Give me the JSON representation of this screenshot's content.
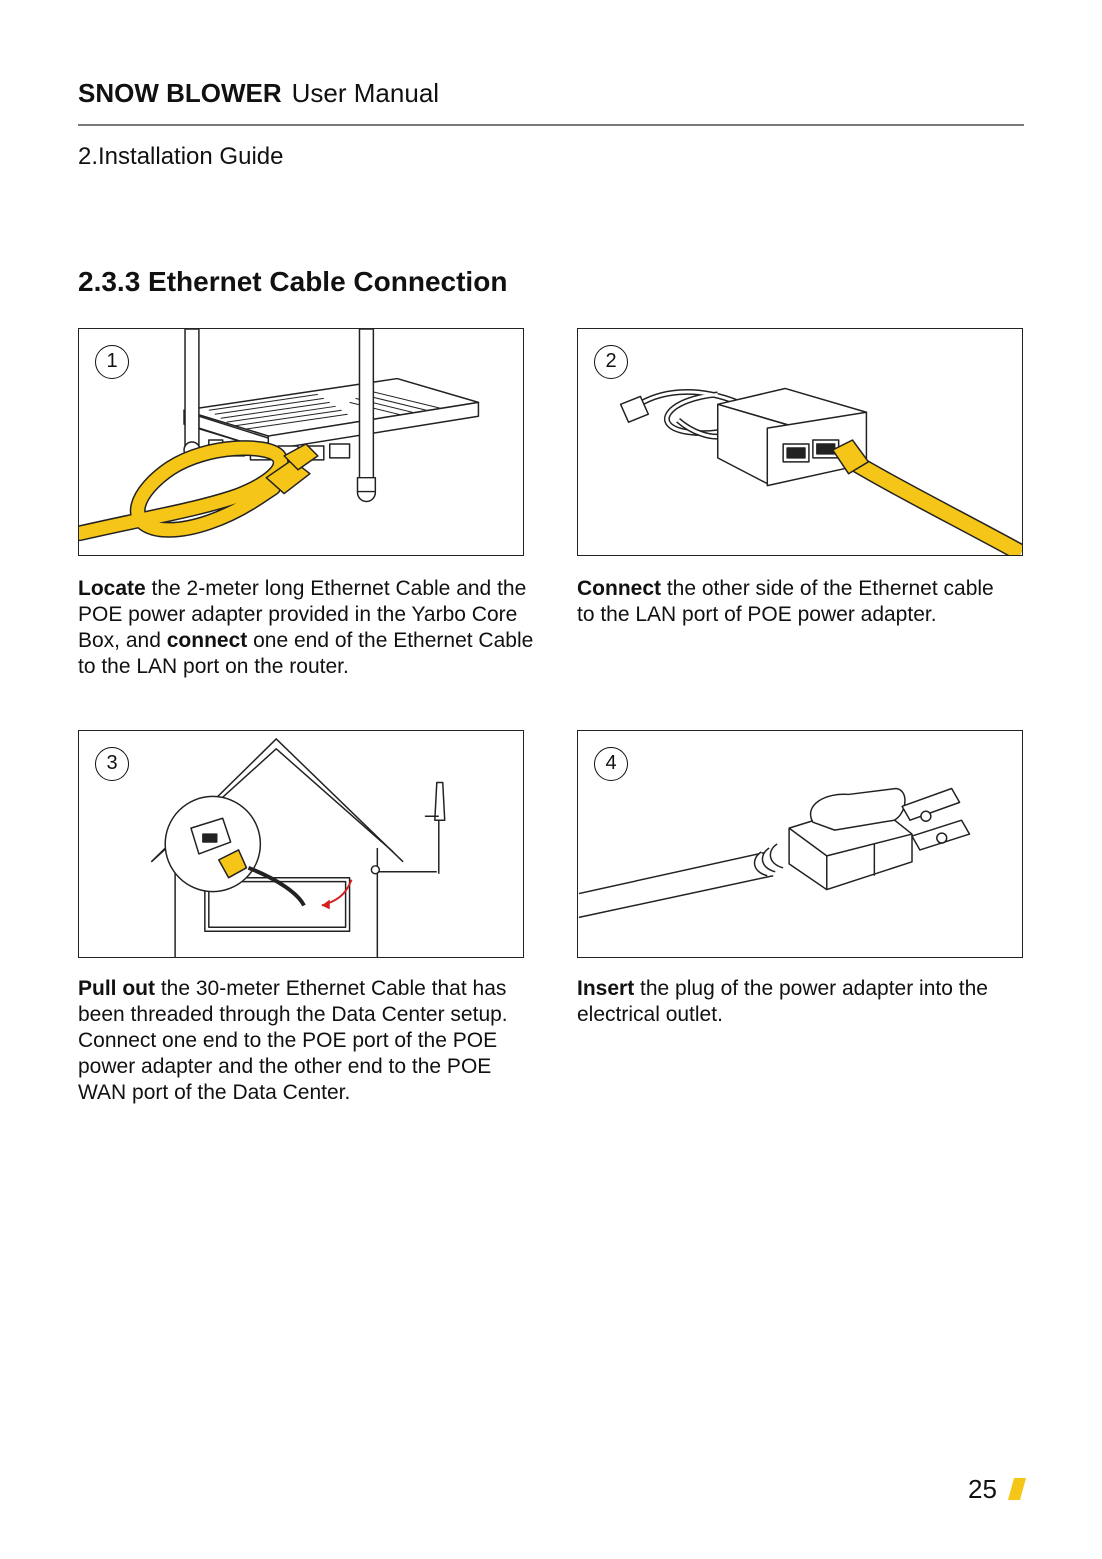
{
  "header": {
    "brand": "SNOW BLOWER",
    "doc_title": "User Manual"
  },
  "section": "2.Installation Guide",
  "title": "2.3.3 Ethernet Cable Connection",
  "steps": [
    {
      "number": "1",
      "b1": "Locate",
      "t1": " the 2-meter long Ethernet Cable and the POE power adapter provided in the Yarbo Core Box, and ",
      "b2": "connect",
      "t2": " one end of the Ethernet Cable to the LAN port on the router."
    },
    {
      "number": "2",
      "b1": "Connect",
      "t1": " the other side of the Ethernet cable to the LAN port of POE power adapter."
    },
    {
      "number": "3",
      "b1": "Pull out",
      "t1": " the 30-meter Ethernet Cable that has been threaded through the Data Center setup. Connect one end to the POE port of the POE power adapter and the other end to the POE WAN port of the Data Center."
    },
    {
      "number": "4",
      "b1": "Insert",
      "t1": " the plug of the power adapter into the electrical outlet."
    }
  ],
  "page_number": "25",
  "colors": {
    "accent": "#F5C518",
    "line": "#222222"
  }
}
